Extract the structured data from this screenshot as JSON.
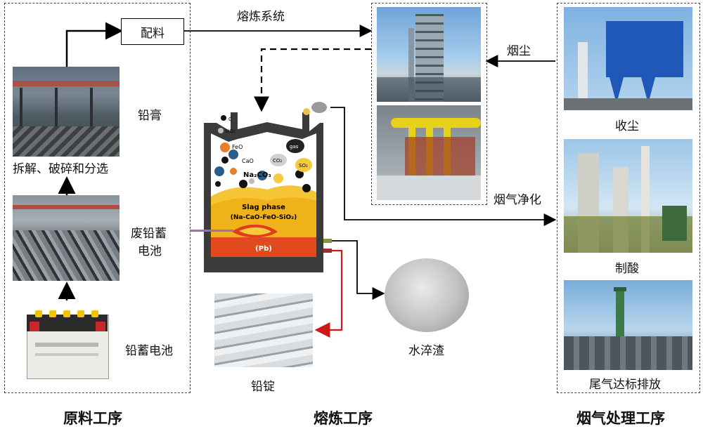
{
  "sections": {
    "raw": "原料工序",
    "smelting": "熔炼工序",
    "flue": "烟气处理工序"
  },
  "raw_materials": {
    "batching": "配料",
    "lead_paste": "铅膏",
    "dismantle": "拆解、破碎和分选",
    "waste_battery": "废铅蓄",
    "waste_battery_line2": "电池",
    "lead_acid_battery": "铅蓄电池"
  },
  "smelting": {
    "system": "熔炼系统",
    "lead_ingot": "铅锭",
    "water_slag": "水淬渣",
    "furnace": {
      "slag_phase": "Slag phase",
      "slag_formula": "(Na-CaO-FeO-SiO₂)",
      "pb_layer": "(Pb)",
      "na2co3": "Na₂CO₃",
      "c": "C",
      "sio2": "SiO₂",
      "feo": "FeO",
      "cao": "CaO",
      "co2": "CO₂",
      "gas": "gas",
      "so2": "SO₂"
    }
  },
  "flue_gas": {
    "dust": "烟尘",
    "gas_purification": "烟气净化",
    "dust_collection": "收尘",
    "acid_making": "制酸",
    "tail_gas": "尾气达标排放"
  },
  "icons": [
    "arrow-icon",
    "dashed-arrow-icon"
  ]
}
